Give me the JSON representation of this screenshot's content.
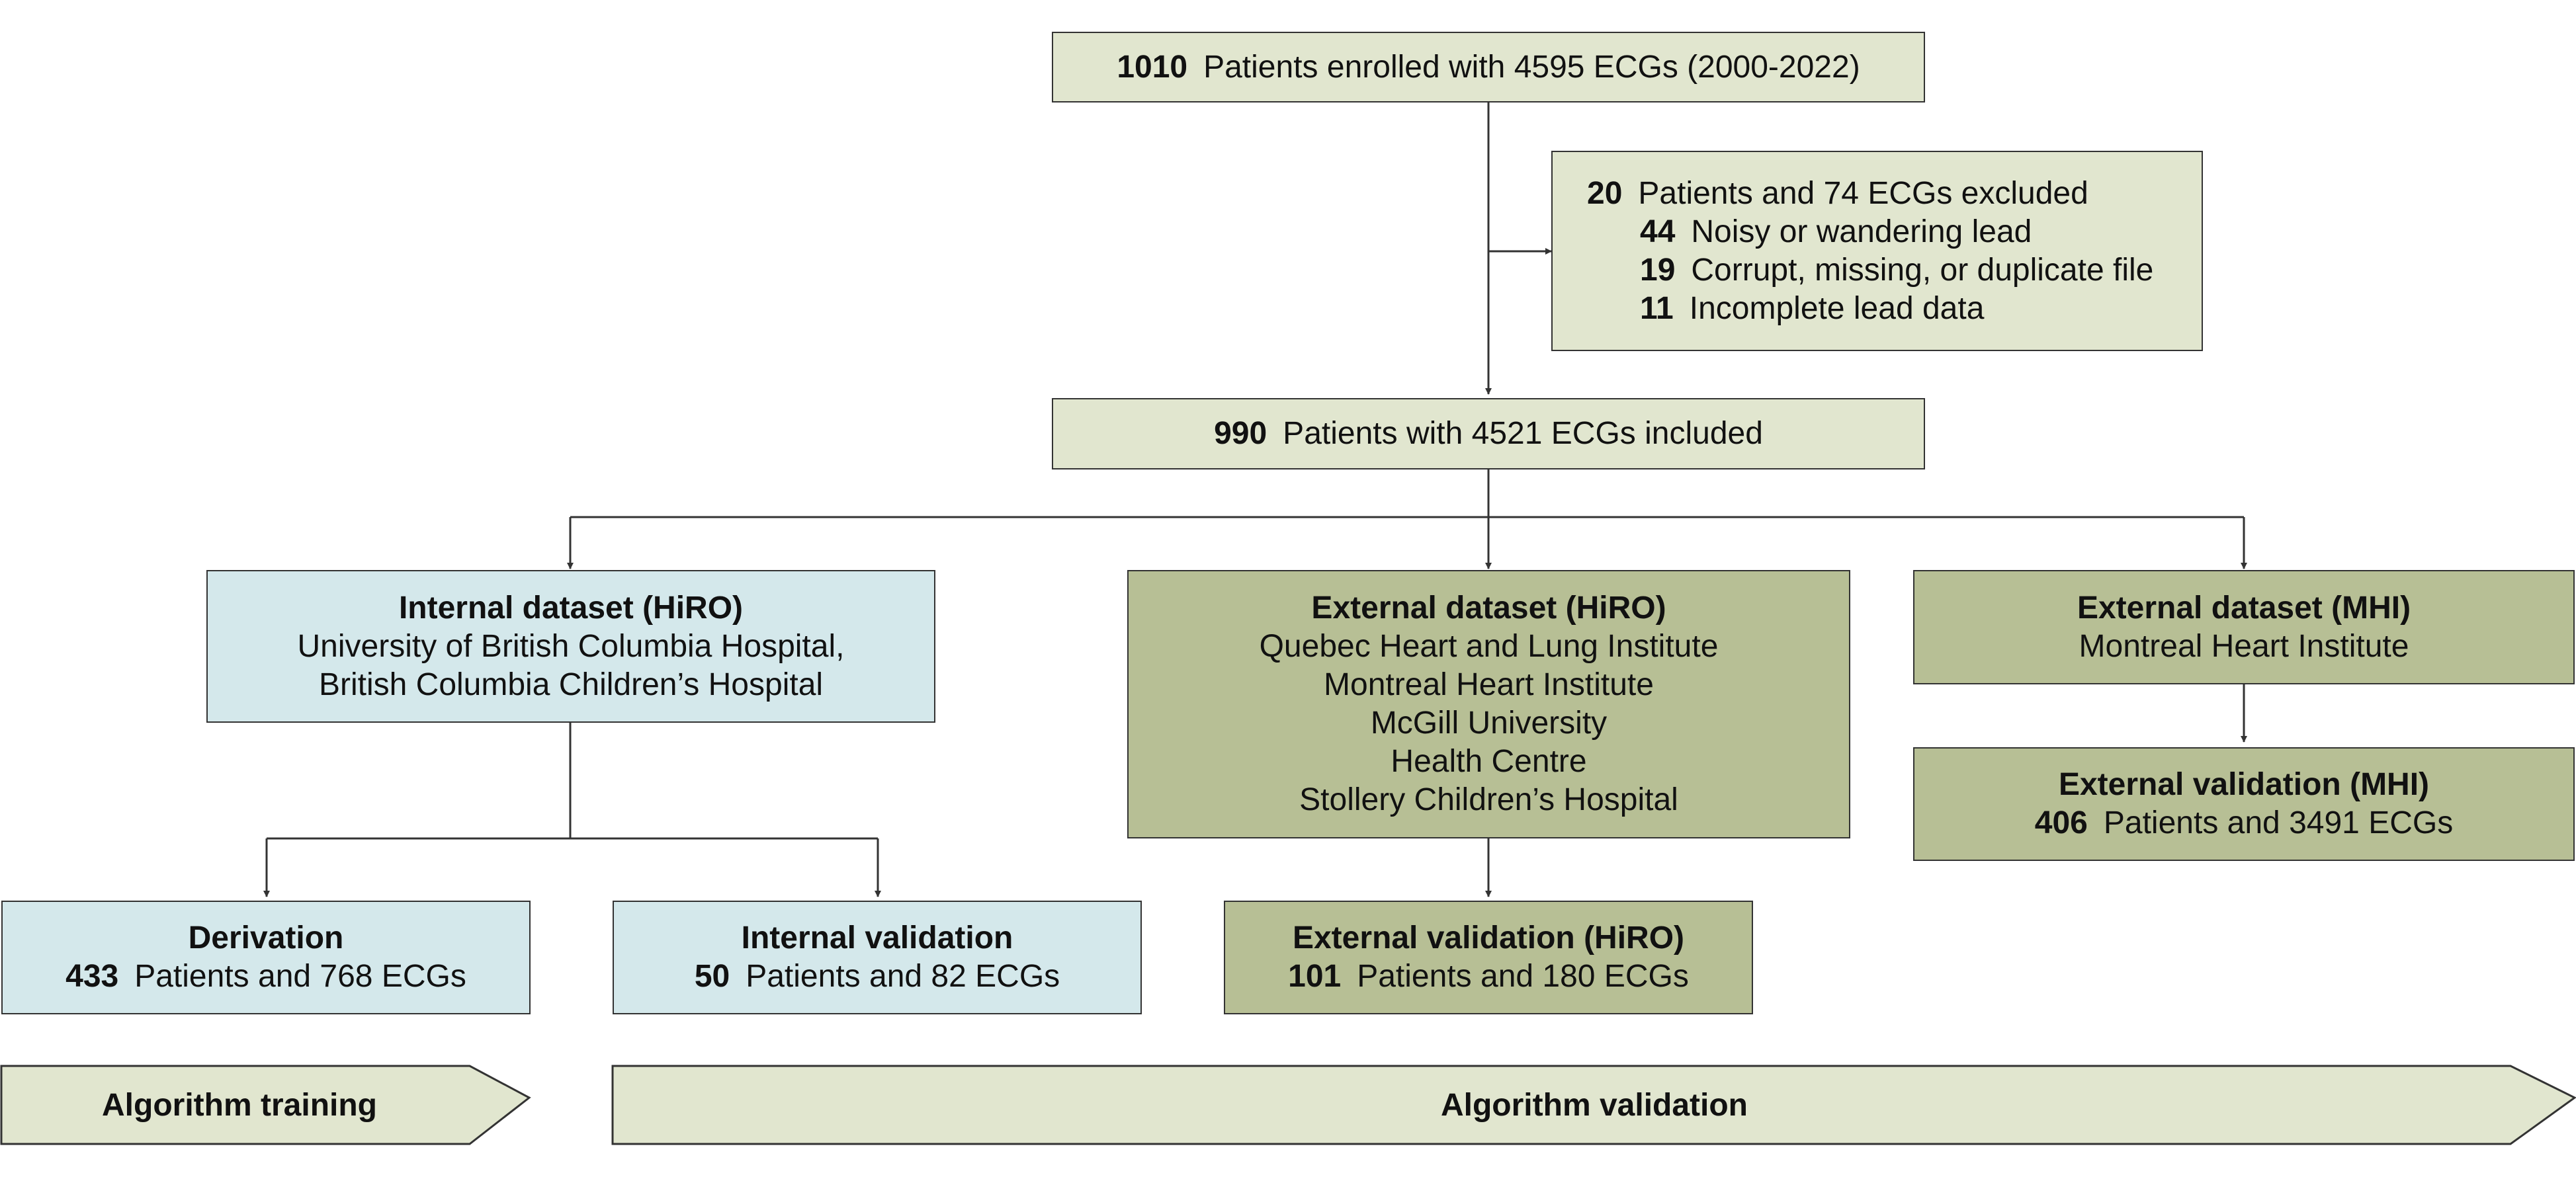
{
  "enrolled": {
    "num": "1010",
    "text": "Patients enrolled with 4595 ECGs (2000-2022)"
  },
  "excluded": {
    "num": "20",
    "text": "Patients and 74 ECGs excluded",
    "reasons": [
      {
        "num": "44",
        "text": "Noisy or wandering lead"
      },
      {
        "num": "19",
        "text": "Corrupt, missing, or duplicate file"
      },
      {
        "num": "11",
        "text": "Incomplete lead data"
      }
    ]
  },
  "included": {
    "num": "990",
    "text": "Patients with 4521 ECGs included"
  },
  "internal_dataset": {
    "title": "Internal dataset (HiRO)",
    "lines": [
      "University of British Columbia Hospital,",
      "British Columbia Children’s Hospital"
    ]
  },
  "external_dataset_hiro": {
    "title": "External dataset (HiRO)",
    "lines": [
      "Quebec Heart and Lung Institute",
      "Montreal Heart Institute",
      "McGill University",
      "Health Centre",
      "Stollery Children’s Hospital"
    ]
  },
  "external_dataset_mhi": {
    "title": "External dataset (MHI)",
    "lines": [
      "Montreal Heart Institute"
    ]
  },
  "derivation": {
    "title": "Derivation",
    "num": "433",
    "text": "Patients and 768 ECGs"
  },
  "internal_validation": {
    "title": "Internal validation",
    "num": "50",
    "text": "Patients and 82 ECGs"
  },
  "external_validation_hiro": {
    "title": "External validation (HiRO)",
    "num": "101",
    "text": "Patients and 180 ECGs"
  },
  "external_validation_mhi": {
    "title": "External validation (MHI)",
    "num": "406",
    "text": "Patients and 3491 ECGs"
  },
  "banners": {
    "training": "Algorithm training",
    "validation": "Algorithm validation"
  },
  "colors": {
    "beige": "#e1e6cf",
    "light_blue": "#d4e8eb",
    "olive": "#b7bf95",
    "banner_fill": "#e1e6cf",
    "line": "#333333"
  }
}
